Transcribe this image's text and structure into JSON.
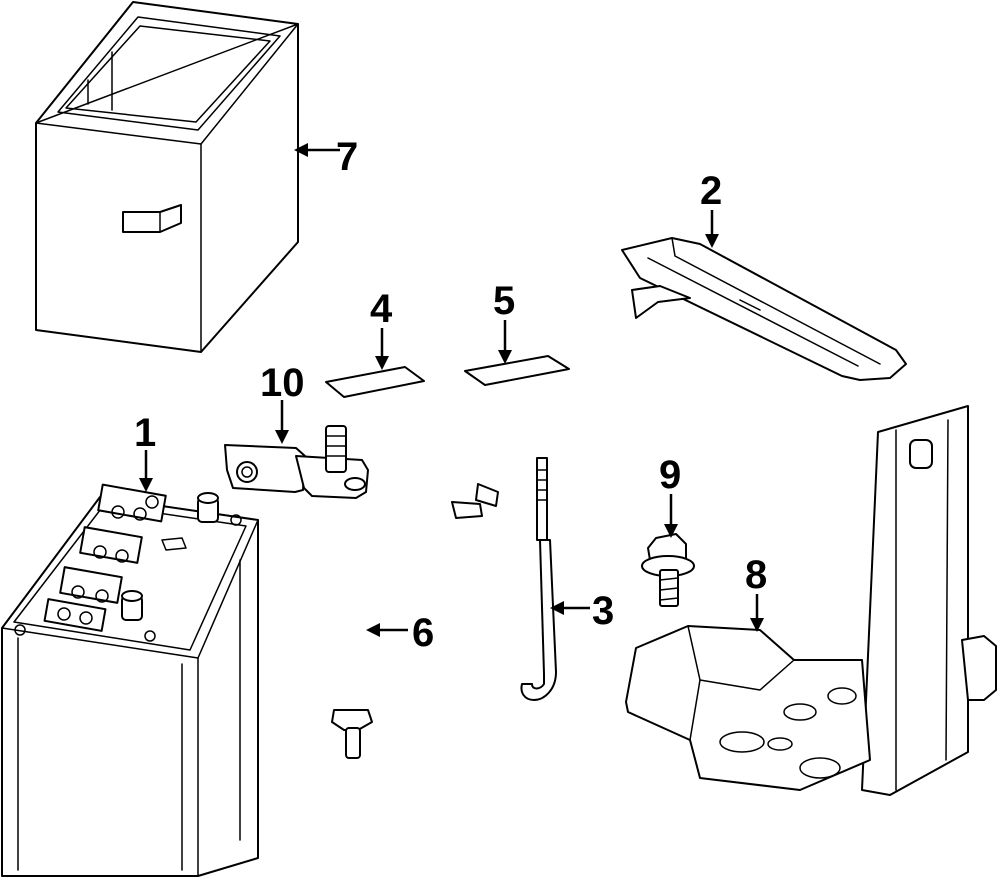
{
  "diagram": {
    "callouts": [
      {
        "id": "1",
        "label": "1"
      },
      {
        "id": "2",
        "label": "2"
      },
      {
        "id": "3",
        "label": "3"
      },
      {
        "id": "4",
        "label": "4"
      },
      {
        "id": "5",
        "label": "5"
      },
      {
        "id": "6",
        "label": "6"
      },
      {
        "id": "7",
        "label": "7"
      },
      {
        "id": "8",
        "label": "8"
      },
      {
        "id": "9",
        "label": "9"
      },
      {
        "id": "10",
        "label": "10"
      }
    ],
    "colors": {
      "line": "#000000",
      "background": "#ffffff"
    }
  }
}
